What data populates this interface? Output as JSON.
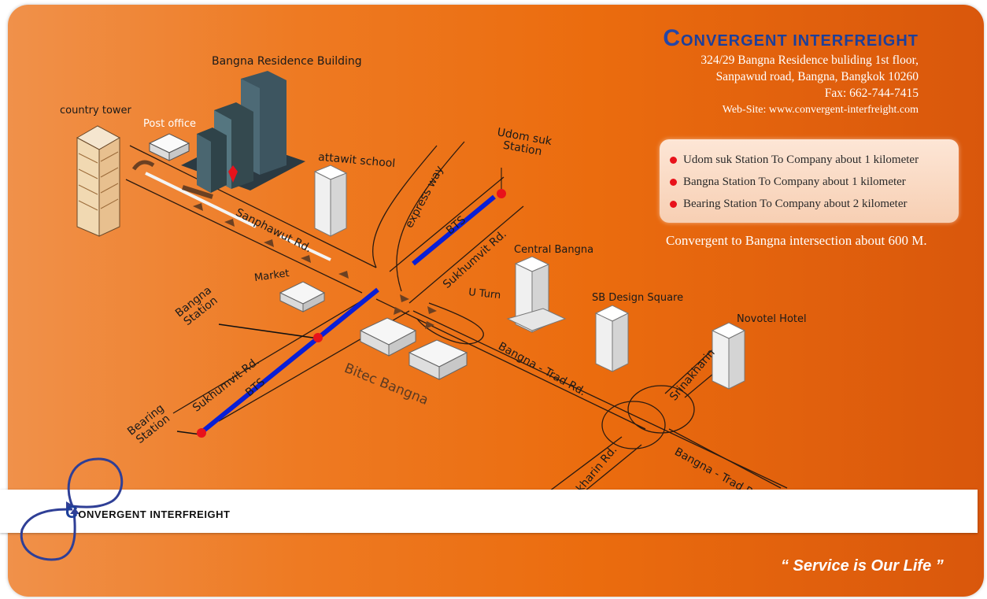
{
  "company": {
    "logo_letter": "C",
    "name_rest": "ONVERGENT INTERFREIGHT",
    "address_line1": "324/29 Bangna Residence buliding 1st floor,",
    "address_line2": "Sanpawud road, Bangna, Bangkok 10260",
    "fax": "Fax: 662-744-7415",
    "website": "Web-Site: www.convergent-interfreight.com"
  },
  "distances": [
    "Udom suk Station To Company about 1 kilometer",
    "Bangna Station To Company about 1 kilometer",
    "Bearing Station To Company about 2 kilometer"
  ],
  "intersection_note": "Convergent to Bangna intersection about 600 M.",
  "landmarks": {
    "country_tower": "country tower",
    "bangna_residence": "Bangna Residence Building",
    "post_office": "Post office",
    "attawit_school": "attawit school",
    "market": "Market",
    "central_bangna": "Central Bangna",
    "sb_design": "SB Design Square",
    "novotel": "Novotel Hotel",
    "bitec": "Bitec Bangna"
  },
  "roads": {
    "sanphawut": "Sanphawut Rd.",
    "sukhumvit_north": "Sukhumvit Rd.",
    "sukhumvit_south": "Sukhumvit Rd.",
    "express_way": "express way",
    "bts_north": "BTS",
    "bts_south": "BTS",
    "u_turn": "U Turn",
    "bangna_trad_1": "Bangna - Trad Rd.",
    "bangna_trad_2": "Bangna - Trad Rd.",
    "srinakharin_1": "Srinakharin Rd.",
    "srinakharin_2": "Srinakharin"
  },
  "stations": {
    "udom_suk": "Udom suk\nStation",
    "bangna": "Bangna\nStation",
    "bearing": "Bearing\nStation"
  },
  "footer": {
    "logo_letter": "C",
    "name_rest": "ONVERGENT INTERFREIGHT",
    "slogan": "“ Service is Our Life ”"
  },
  "colors": {
    "background": "#eb6c0e",
    "bts_line": "#0a1fd6",
    "station_dot": "#e8121b",
    "logo_blue": "#1d3f9a"
  },
  "icons": [
    "company-location-pin-icon",
    "convergent-loop-logo-icon"
  ]
}
